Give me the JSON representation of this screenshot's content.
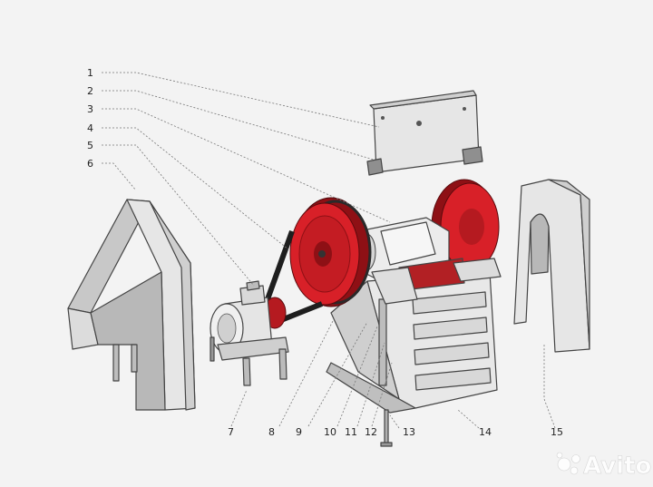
{
  "callouts": [
    "1",
    "2",
    "3",
    "4",
    "5",
    "6",
    "7",
    "8",
    "9",
    "10",
    "11",
    "12",
    "13",
    "14",
    "15"
  ],
  "watermark": "Avito",
  "colors": {
    "background": "#f3f3f3",
    "metal_light": "#e9e9e9",
    "metal_mid": "#cfcfcf",
    "metal_dark": "#9a9a9a",
    "flywheel_red": "#d82028",
    "flywheel_dark": "#8e1015",
    "belt": "#1e1e1e",
    "outline": "#444444"
  },
  "icons": {
    "watermark_logo": "avito-logo-icon"
  }
}
